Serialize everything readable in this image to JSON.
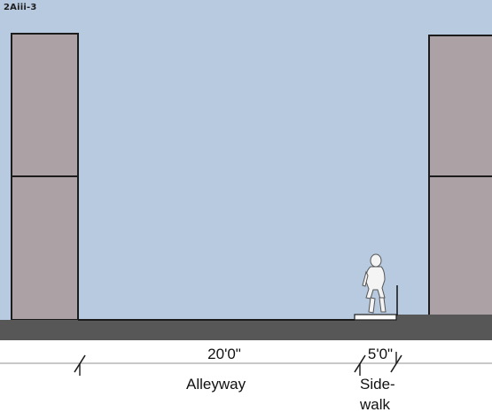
{
  "plate_label": "2Aiii-3",
  "dimensions": [
    {
      "value": "20'0\"",
      "label_lines": [
        "Alleyway"
      ]
    },
    {
      "value": "5'0\"",
      "label_lines": [
        "Side-",
        "walk"
      ]
    }
  ],
  "colors": {
    "sky": "#b7cadf",
    "building": "#aca2a6",
    "ground": "#575757",
    "outline": "#1c1c1c",
    "sidewalk_slab": "#ffffff"
  },
  "figure": {
    "icon": "pedestrian-icon"
  }
}
